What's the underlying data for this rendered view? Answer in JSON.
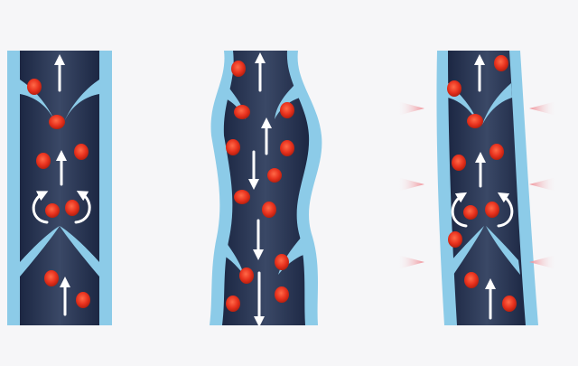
{
  "colors": {
    "background": "#f6f6f8",
    "vessel_wall": "#8ccbe8",
    "vessel_wall_dark": "#6fb6dc",
    "lumen_dark": "#1c2743",
    "lumen_mid": "#3a4866",
    "blood_cell": "#e8321e",
    "blood_cell_core": "#ff5a3c",
    "arrow": "#ffffff",
    "pressure_arrow": "#f2a3a8"
  },
  "panels": [
    {
      "id": "healthy-vein",
      "valve_state": "closed",
      "flow": "upward",
      "external_pressure": false
    },
    {
      "id": "varicose-vein",
      "valve_state": "incompetent",
      "flow": "reflux",
      "external_pressure": false
    },
    {
      "id": "compressed-vein",
      "valve_state": "closed",
      "flow": "upward",
      "external_pressure": true
    }
  ]
}
